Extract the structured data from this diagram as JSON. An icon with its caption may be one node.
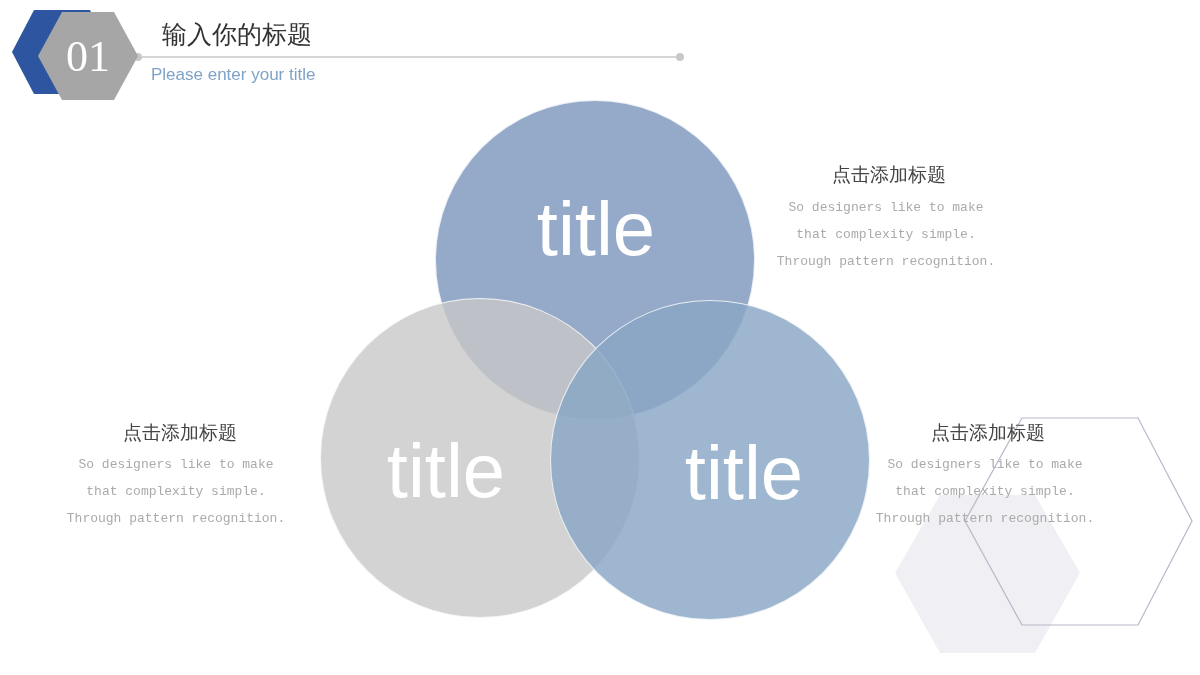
{
  "diagram": {
    "title": "输入你的标题",
    "nodes": [
      {
        "text": [
          "01"
        ]
      },
      {
        "text": [
          "title"
        ]
      },
      {
        "text": [
          "title"
        ]
      },
      {
        "text": [
          "title"
        ]
      }
    ],
    "labels": [
      "Please enter your title",
      "点击添加标题",
      "So designers like to make that complexity simple. Through pattern recognition.",
      "点击添加标题",
      "So designers like to make that complexity simple. Through pattern recognition.",
      "点击添加标题",
      "So designers like to make that complexity simple. Through pattern recognition."
    ]
  }
}
